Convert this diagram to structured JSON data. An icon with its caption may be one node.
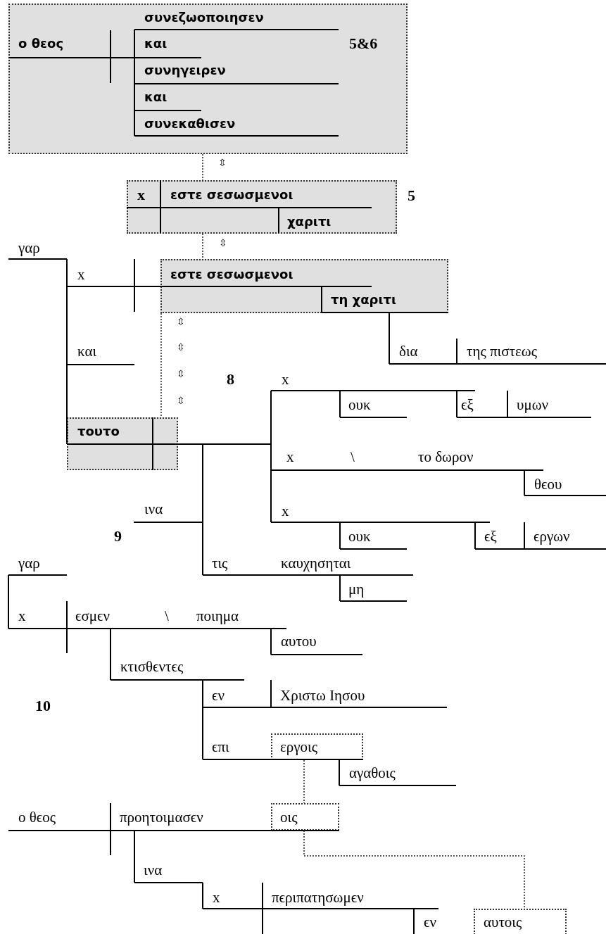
{
  "diagram": {
    "nodes": [
      {
        "text": [
          "συνεζωοποιησεν",
          "ο θεος",
          "και",
          "5&6",
          "συνηγειρεν",
          "και",
          "συνεκαθισεν"
        ]
      },
      {
        "text": [
          "x",
          "εστε σεσωσμενοι",
          "χαριτι"
        ],
        "beside": [
          "5"
        ]
      },
      {
        "text": [
          "εστε σεσωσμενοι",
          "τη χαριτι"
        ]
      },
      {
        "text": [
          "τουτο"
        ]
      },
      {
        "text": [
          "εργοις"
        ]
      },
      {
        "text": [
          "οις"
        ]
      },
      {
        "text": [
          "αυτοις"
        ]
      }
    ],
    "edges": [
      {
        "from": 0,
        "to": 1,
        "arrow": "none",
        "style": "dashed"
      },
      {
        "from": 1,
        "to": 2,
        "arrow": "none",
        "style": "dashed"
      },
      {
        "from": 2,
        "to": 3,
        "arrow": "none",
        "style": "dashed"
      },
      {
        "from": 4,
        "to": 5,
        "arrow": "none",
        "style": "dashed"
      },
      {
        "from": 5,
        "to": 6,
        "arrow": "none",
        "style": "dashed"
      }
    ],
    "labels": [
      "⇳",
      "⇳",
      "γαρ",
      "x",
      "⇳",
      "⇳",
      "και",
      "δια",
      "της πιστεως",
      "⇳",
      "8",
      "x",
      "⇳",
      "ουκ",
      "ϵξ",
      "υμων",
      "x",
      "\\",
      "το δωρον",
      "θϵου",
      "ινα",
      "x",
      "9",
      "ουκ",
      "ϵξ",
      "ϵργων",
      "γαρ",
      "τις",
      "καυχησηται",
      "μη",
      "x",
      "ϵσμϵν",
      "\\",
      "ποιημα",
      "αυτου",
      "κτισθϵντϵς",
      "10",
      "ϵν",
      "Χριστω Ιησου",
      "ϵπι",
      "αγαθοις",
      "ο θϵος",
      "προητοιμασϵν",
      "ινα",
      "x",
      "πϵριπατησωμϵν",
      "ϵν"
    ]
  }
}
